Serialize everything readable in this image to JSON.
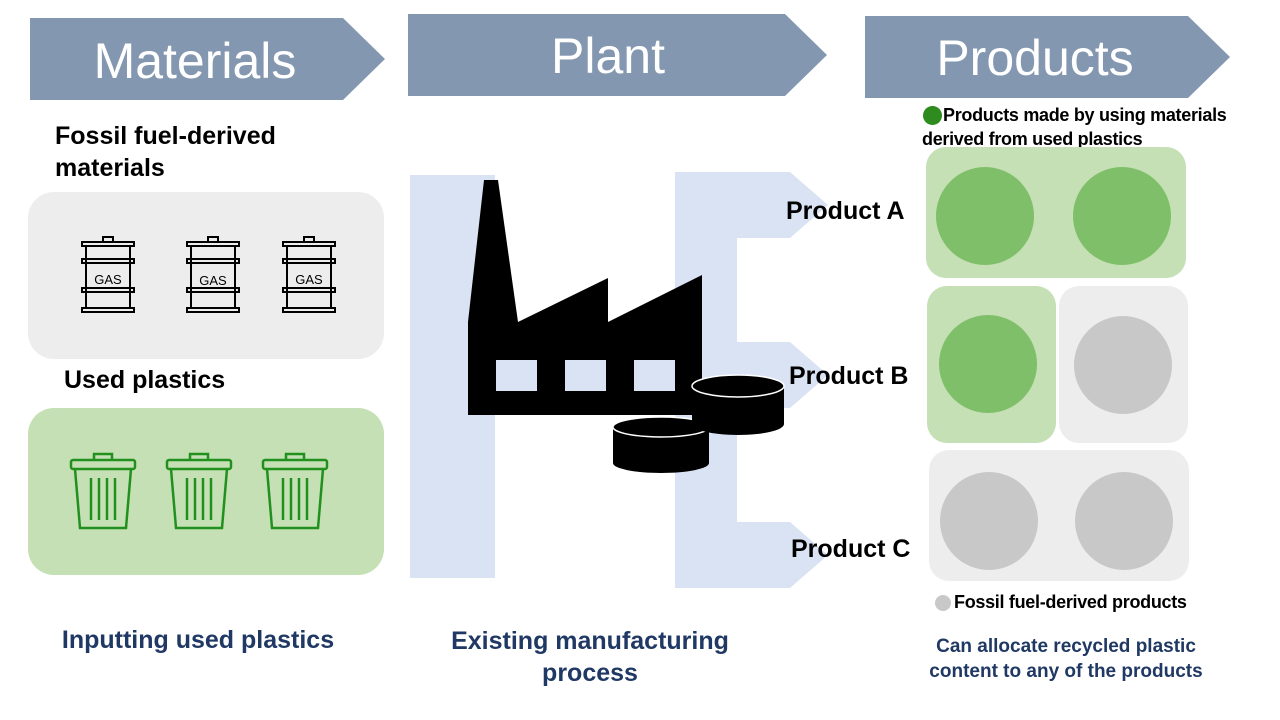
{
  "headers": {
    "materials": "Materials",
    "plant": "Plant",
    "products": "Products"
  },
  "materials": {
    "fossil_title": "Fossil fuel-derived materials",
    "barrel_label": "GAS",
    "used_title": "Used plastics",
    "caption": "Inputting used plastics"
  },
  "plant": {
    "caption": "Existing manufacturing process"
  },
  "products": {
    "legend_recycled": "Products made by using materials derived from used plastics",
    "product_a": "Product A",
    "product_b": "Product B",
    "product_c": "Product C",
    "legend_fossil": "Fossil fuel-derived products",
    "caption": "Can allocate recycled plastic content to any of the products"
  },
  "colors": {
    "header": "#8497b0",
    "flow": "#dae3f3",
    "recycled_box": "#c5e0b4",
    "recycled_circle": "#7fbf69",
    "fossil_box": "#ededed",
    "fossil_circle": "#c8c8c8",
    "legend_green": "#2e8b1e",
    "caption_navy": "#1f3864",
    "trash_green": "#22901e"
  },
  "icons": {
    "barrel": "gas-barrel-icon",
    "trash": "trash-can-icon",
    "factory": "factory-icon",
    "pellets": "plastic-pellet-icon"
  }
}
